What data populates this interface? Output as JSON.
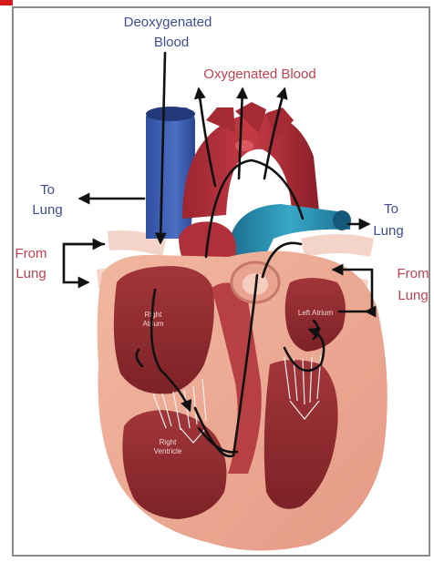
{
  "labels": {
    "deoxygenated_line1": "Deoxygenated",
    "deoxygenated_line2": "Blood",
    "oxygenated": "Oxygenated Blood",
    "to_lung_left_line1": "To",
    "to_lung_left_line2": "Lung",
    "to_lung_right_line1": "To",
    "to_lung_right_line2": "Lung",
    "from_lung_left_line1": "From",
    "from_lung_left_line2": "Lung",
    "from_lung_right_line1": "From",
    "from_lung_right_line2": "Lung",
    "right_atrium_line1": "Right",
    "right_atrium_line2": "Atrium",
    "right_ventricle_line1": "Right",
    "right_ventricle_line2": "Ventricle",
    "left_atrium": "Left Atrium"
  },
  "colors": {
    "deoxygenated_text": "#3f4d8e",
    "oxygenated_text": "#c2404f",
    "arrow": "#111111"
  }
}
